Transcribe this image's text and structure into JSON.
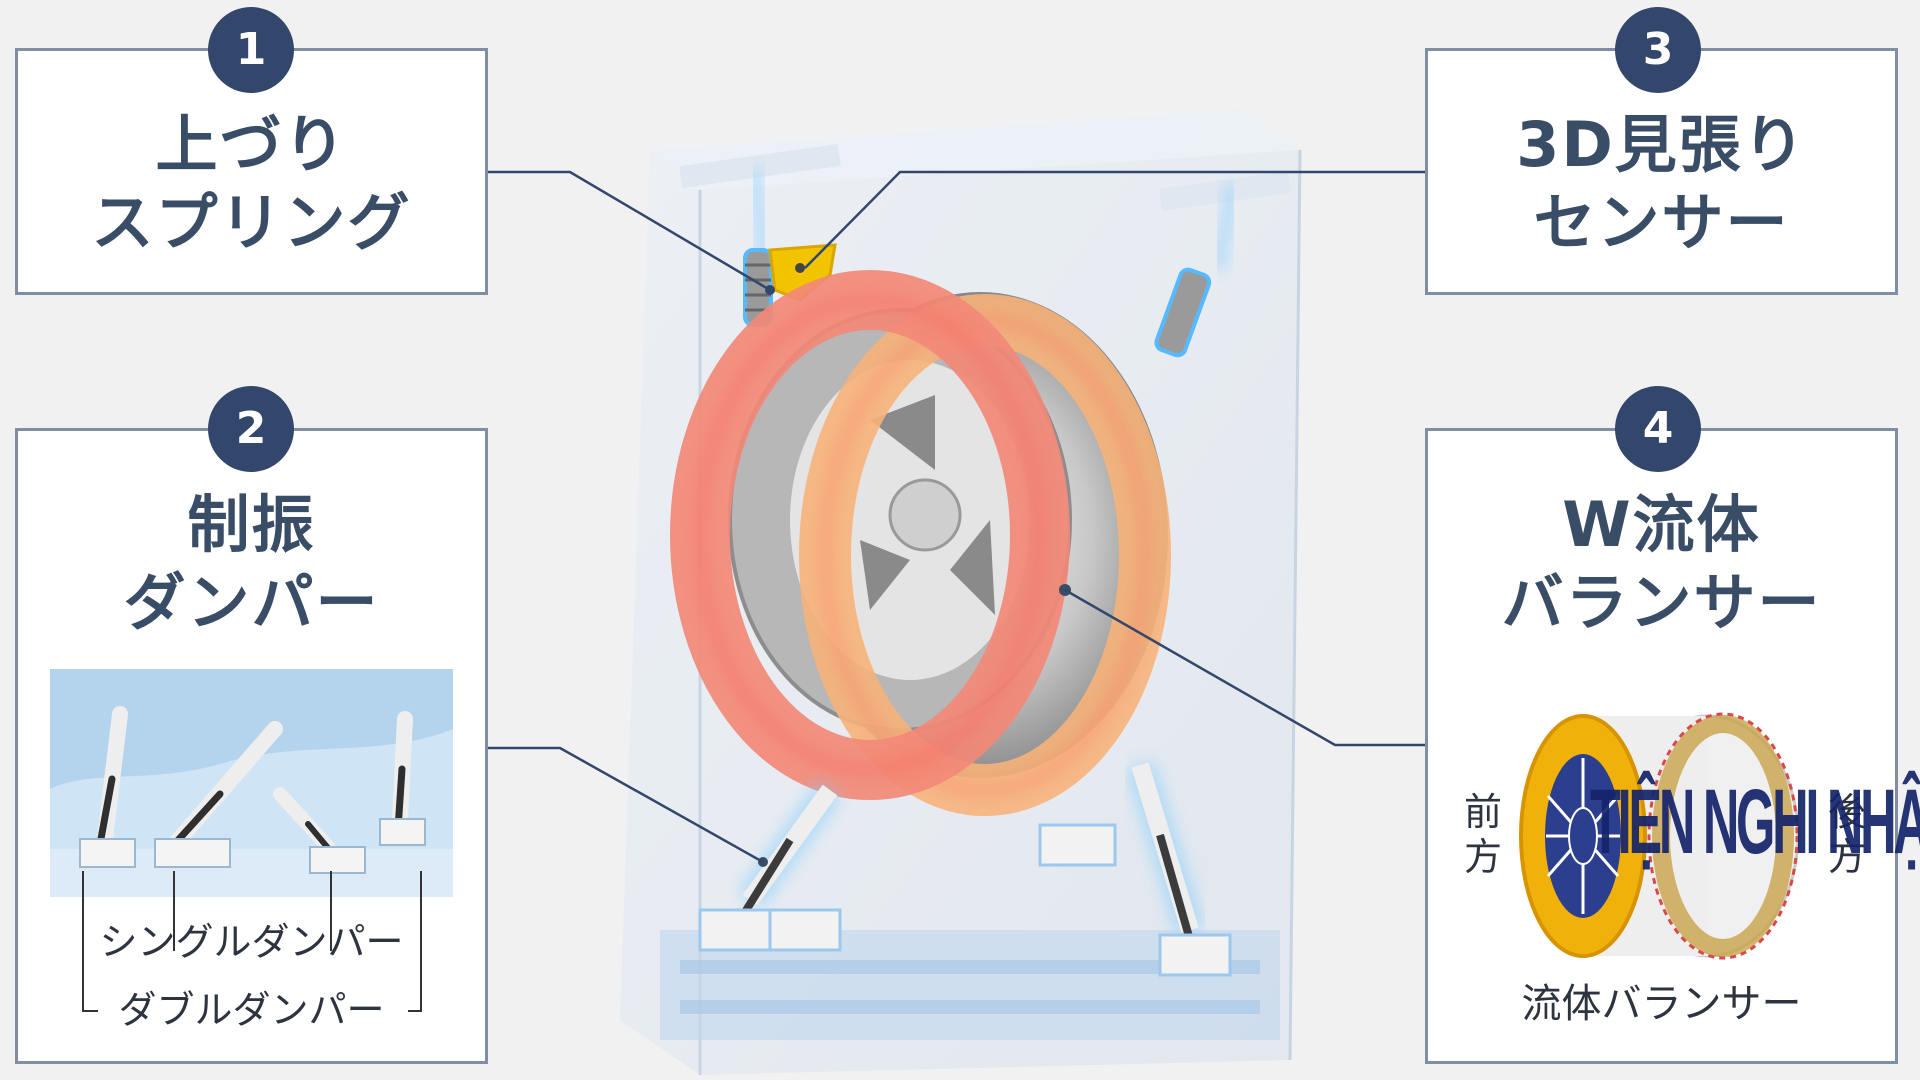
{
  "features": [
    {
      "number": "1",
      "title_line1": "上づり",
      "title_line2": "スプリング"
    },
    {
      "number": "2",
      "title_line1": "制振",
      "title_line2": "ダンパー"
    },
    {
      "number": "3",
      "title_line1": "3D見張り",
      "title_line2": "センサー"
    },
    {
      "number": "4",
      "title_line1": "W流体",
      "title_line2": "バランサー"
    }
  ],
  "damper_labels": {
    "single": "シングルダンパー",
    "double": "ダブルダンパー"
  },
  "balancer_labels": {
    "front_line1": "前",
    "front_line2": "方",
    "rear_line1": "後",
    "rear_line2": "方",
    "caption": "流体バランサー"
  },
  "watermark": "TIỆN NGHI NHẬT",
  "colors": {
    "badge": "#33466b",
    "title": "#3a4d66",
    "border": "#7f8ea3",
    "ring": "#f08a6f",
    "sensor": "#f2c400",
    "balancer": "#f0b20a"
  }
}
